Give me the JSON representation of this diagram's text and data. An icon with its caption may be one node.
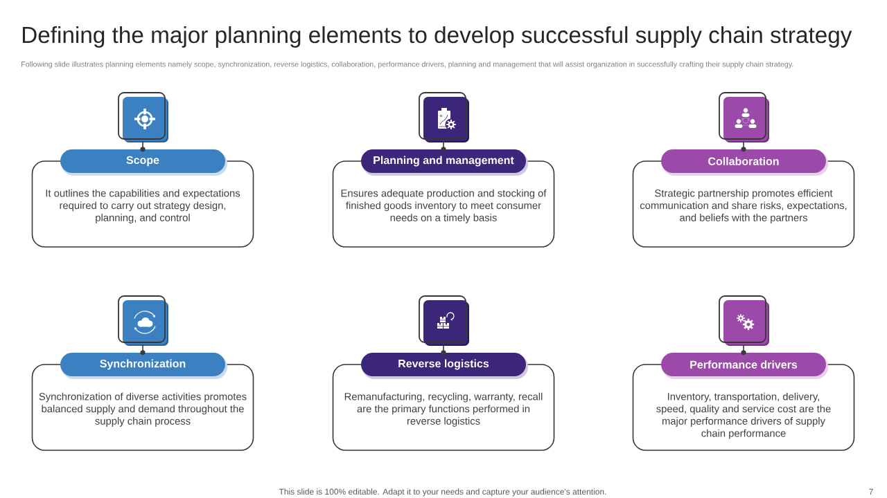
{
  "diagram": {
    "title": "Defining the major planning elements to develop successful supply chain strategy",
    "nodes": [
      {
        "text": [],
        "shape": "picture"
      },
      {
        "text": [
          "Scope"
        ]
      },
      {
        "text": [
          "It outlines the capabilities and expectations required to carry out strategy design, planning, and control"
        ]
      },
      {
        "text": [],
        "shape": "picture"
      },
      {
        "text": [
          "Planning and management"
        ]
      },
      {
        "text": [
          "Ensures adequate production and stocking of finished goods inventory to meet consumer needs on a timely basis"
        ]
      },
      {
        "text": [],
        "shape": "picture"
      },
      {
        "text": [
          "Collaboration"
        ]
      },
      {
        "text": [
          "Strategic partnership promotes efficient communication and share risks, expectations, and beliefs with the partners"
        ]
      },
      {
        "text": [],
        "shape": "picture"
      },
      {
        "text": [
          "Synchronization"
        ]
      },
      {
        "text": [
          "Synchronization of diverse activities promotes balanced supply and demand throughout the supply chain process"
        ]
      },
      {
        "text": [],
        "shape": "picture"
      },
      {
        "text": [
          "Reverse logistics"
        ]
      },
      {
        "text": [
          "Remanufacturing, recycling, warranty, recall are the primary functions performed in reverse logistics"
        ]
      },
      {
        "text": [],
        "shape": "picture"
      },
      {
        "text": [
          "Performance drivers"
        ]
      },
      {
        "text": [
          "Inventory, transportation, delivery, speed, quality and service cost are the major performance drivers of supply chain performance"
        ]
      }
    ],
    "edges": [
      {
        "from": 0,
        "to": 1,
        "arrow": "other"
      },
      {
        "from": 3,
        "to": 4,
        "arrow": "other"
      },
      {
        "from": 6,
        "to": 7,
        "arrow": "other"
      },
      {
        "from": 9,
        "to": 10,
        "arrow": "other"
      },
      {
        "from": 12,
        "to": 13,
        "arrow": "other"
      },
      {
        "from": 15,
        "to": 16,
        "arrow": "other"
      }
    ],
    "labels": [
      "Following slide illustrates planning elements namely scope, synchronization, reverse logistics, collaboration, performance drivers, planning and management that will assist organization in successfully crafting their supply chain strategy.",
      "This slide is 100% editable. Adapt it to your needs and capture your audience's attention.",
      "7"
    ]
  }
}
